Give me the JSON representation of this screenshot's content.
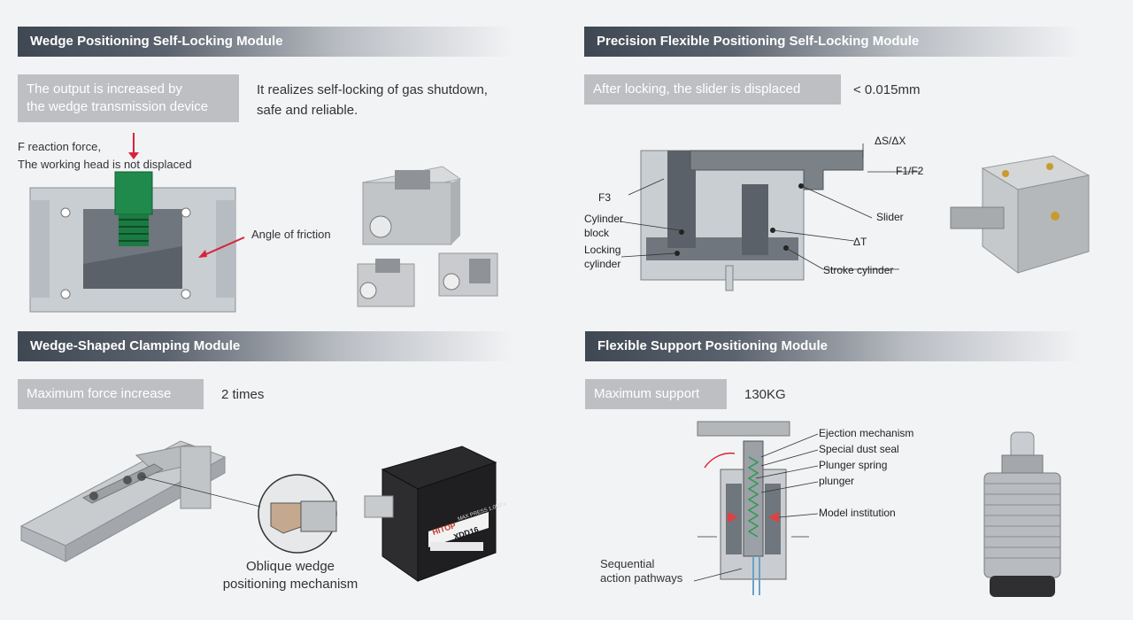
{
  "panel1": {
    "header": "Wedge Positioning Self-Locking Module",
    "tag_line1": "The output is increased by",
    "tag_line2": "the wedge transmission device",
    "desc_line1": "It realizes self-locking of gas shutdown,",
    "desc_line2": "safe and reliable.",
    "force_line1": "F reaction force,",
    "force_line2": "The working head is not displaced",
    "angle_label": "Angle of friction"
  },
  "panel2": {
    "header": "Precision Flexible Positioning Self-Locking Module",
    "tag": "After locking, the slider is displaced",
    "value": "< 0.015mm",
    "labels": {
      "ds_dx": "ΔS/ΔX",
      "f1f2": "F1/F2",
      "f3": "F3",
      "cylinder_block_1": "Cylinder",
      "cylinder_block_2": "block",
      "locking_cylinder_1": "Locking",
      "locking_cylinder_2": "cylinder",
      "slider": "Slider",
      "delta_t": "ΔT",
      "stroke_cylinder": "Stroke cylinder"
    }
  },
  "panel3": {
    "header": "Wedge-Shaped Clamping Module",
    "tag": "Maximum force increase",
    "value": "2 times",
    "caption_line1": "Oblique wedge",
    "caption_line2": "positioning mechanism",
    "block_brand": "HITOP",
    "block_model": "XDD16",
    "block_pressure": "MAX PRESS 1.0MPa"
  },
  "panel4": {
    "header": "Flexible Support Positioning Module",
    "tag": "Maximum support",
    "value": "130KG",
    "labels": {
      "ejection": "Ejection mechanism",
      "dust_seal": "Special dust seal",
      "plunger_spring": "Plunger spring",
      "plunger": "plunger",
      "model_institution": "Model institution",
      "seq_1": "Sequential",
      "seq_2": "action pathways"
    }
  },
  "colors": {
    "accent_red": "#d9233b",
    "green": "#1f8a4c",
    "header_dark": "#3f4753",
    "tag_gray": "#bdbfc2"
  }
}
